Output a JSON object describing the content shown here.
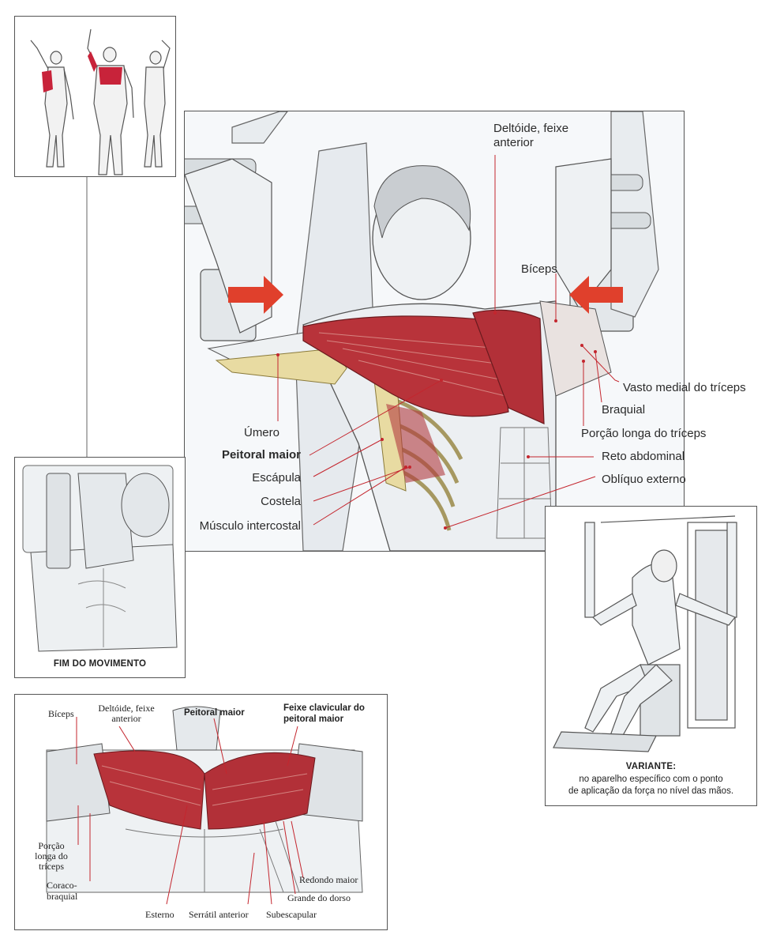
{
  "main_labels": {
    "deltoid_anterior": "Deltóide, feixe anterior",
    "biceps": "Bíceps",
    "vasto_medial": "Vasto medial do tríceps",
    "braquial": "Braquial",
    "porcao_longa": "Porção longa do tríceps",
    "reto_abdominal": "Reto abdominal",
    "obliquo_externo": "Oblíquo externo",
    "umero": "Úmero",
    "peitoral_maior": "Peitoral maior",
    "escapula": "Escápula",
    "costela": "Costela",
    "intercostal": "Músculo intercostal"
  },
  "end_panel": {
    "caption": "FIM DO MOVIMENTO"
  },
  "variant_panel": {
    "title": "VARIANTE:",
    "text_line1": "no aparelho específico com o ponto",
    "text_line2": "de aplicação da força no nível das mãos."
  },
  "bottom_labels": {
    "biceps": "Bíceps",
    "deltoid_line1": "Deltóide, feixe",
    "deltoid_line2": "anterior",
    "peitoral_maior": "Peitoral maior",
    "feixe_line1": "Feixe clavicular do",
    "feixe_line2": "peitoral maior",
    "porcao_line1": "Porção",
    "porcao_line2": "longa do",
    "porcao_line3": "tríceps",
    "coraco_line1": "Coraco-",
    "coraco_line2": "braquial",
    "esterno": "Esterno",
    "serratil": "Serrátil anterior",
    "subescapular": "Subescapular",
    "grande_dorso": "Grande do dorso",
    "redondo_maior": "Redondo maior"
  },
  "colors": {
    "muscle": "#b8333a",
    "arrow": "#e0402c",
    "line": "#c4262e"
  }
}
